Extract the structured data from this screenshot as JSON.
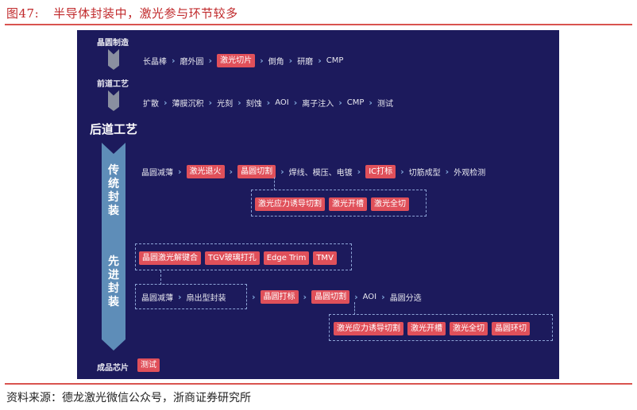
{
  "figure": {
    "number": "图47:",
    "title": "半导体封装中，激光参与环节较多"
  },
  "source": "资料来源：德龙激光微信公众号，浙商证券研究所",
  "diagram": {
    "colors": {
      "background": "#1c1a5c",
      "highlight_tag": "#e0505a",
      "stage_bar": "#5e8db8",
      "chevron": "#7fa6d9",
      "dashed_border": "#8da4d6",
      "title_red": "#c0292b"
    },
    "stages": {
      "wafer_making": "晶圆制造",
      "front_end": "前道工艺",
      "back_end": "后道工艺",
      "traditional_packaging": "传统封装",
      "advanced_packaging": "先进封装",
      "finished_chip": "成品芯片"
    },
    "wafer_making_flow": [
      {
        "label": "长晶棒",
        "laser": false
      },
      {
        "label": "磨外圆",
        "laser": false
      },
      {
        "label": "激光切片",
        "laser": true
      },
      {
        "label": "倒角",
        "laser": false
      },
      {
        "label": "研磨",
        "laser": false
      },
      {
        "label": "CMP",
        "laser": false
      }
    ],
    "front_end_flow": [
      {
        "label": "扩散",
        "laser": false
      },
      {
        "label": "薄膜沉积",
        "laser": false
      },
      {
        "label": "光刻",
        "laser": false
      },
      {
        "label": "刻蚀",
        "laser": false
      },
      {
        "label": "AOI",
        "laser": false
      },
      {
        "label": "离子注入",
        "laser": false
      },
      {
        "label": "CMP",
        "laser": false
      },
      {
        "label": "测试",
        "laser": false
      }
    ],
    "traditional_flow": [
      {
        "label": "晶圆减薄",
        "laser": false
      },
      {
        "label": "激光退火",
        "laser": true
      },
      {
        "label": "晶圆切割",
        "laser": true
      },
      {
        "label": "焊线、模压、电镀",
        "laser": false
      },
      {
        "label": "IC打标",
        "laser": true
      },
      {
        "label": "切筋成型",
        "laser": false
      },
      {
        "label": "外观检测",
        "laser": false
      }
    ],
    "traditional_cutting_methods": [
      "激光应力诱导切割",
      "激光开槽",
      "激光全切"
    ],
    "advanced_laser_processes": [
      "晶圆激光解键合",
      "TGV玻璃打孔",
      "Edge Trim",
      "TMV"
    ],
    "advanced_pre_flow": [
      "晶圆减薄",
      "扇出型封装"
    ],
    "advanced_flow": [
      {
        "label": "晶圆打标",
        "laser": true
      },
      {
        "label": "晶圆切割",
        "laser": true
      },
      {
        "label": "AOI",
        "laser": false
      },
      {
        "label": "晶圆分选",
        "laser": false
      }
    ],
    "advanced_cutting_methods": [
      "激光应力诱导切割",
      "激光开槽",
      "激光全切",
      "晶圆环切"
    ],
    "finished_chip_step": {
      "label": "测试",
      "laser": true
    }
  }
}
